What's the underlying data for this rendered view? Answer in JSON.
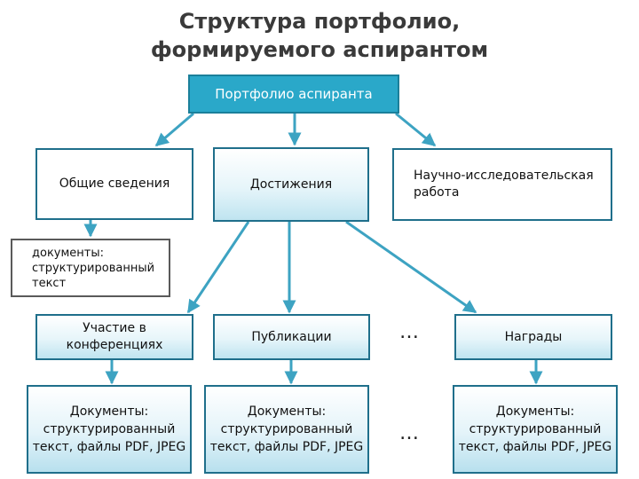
{
  "title": {
    "line1": "Структура портфолио,",
    "line2": "формируемого аспирантом"
  },
  "nodes": {
    "root": "Портфолио аспиранта",
    "general": "Общие сведения",
    "achievements": "Достижения",
    "research": "Научно-исследовательская работа",
    "general_docs": "документы: структурированный текст",
    "conferences": "Участие в конференциях",
    "publications": "Публикации",
    "awards": "Награды",
    "files_text": "Документы: структурированный текст, файлы PDF, JPEG"
  },
  "ellipsis": "…",
  "colors": {
    "accent": "#2aa8c9",
    "border": "#1f6f8b",
    "arrow": "#3da3c2"
  }
}
